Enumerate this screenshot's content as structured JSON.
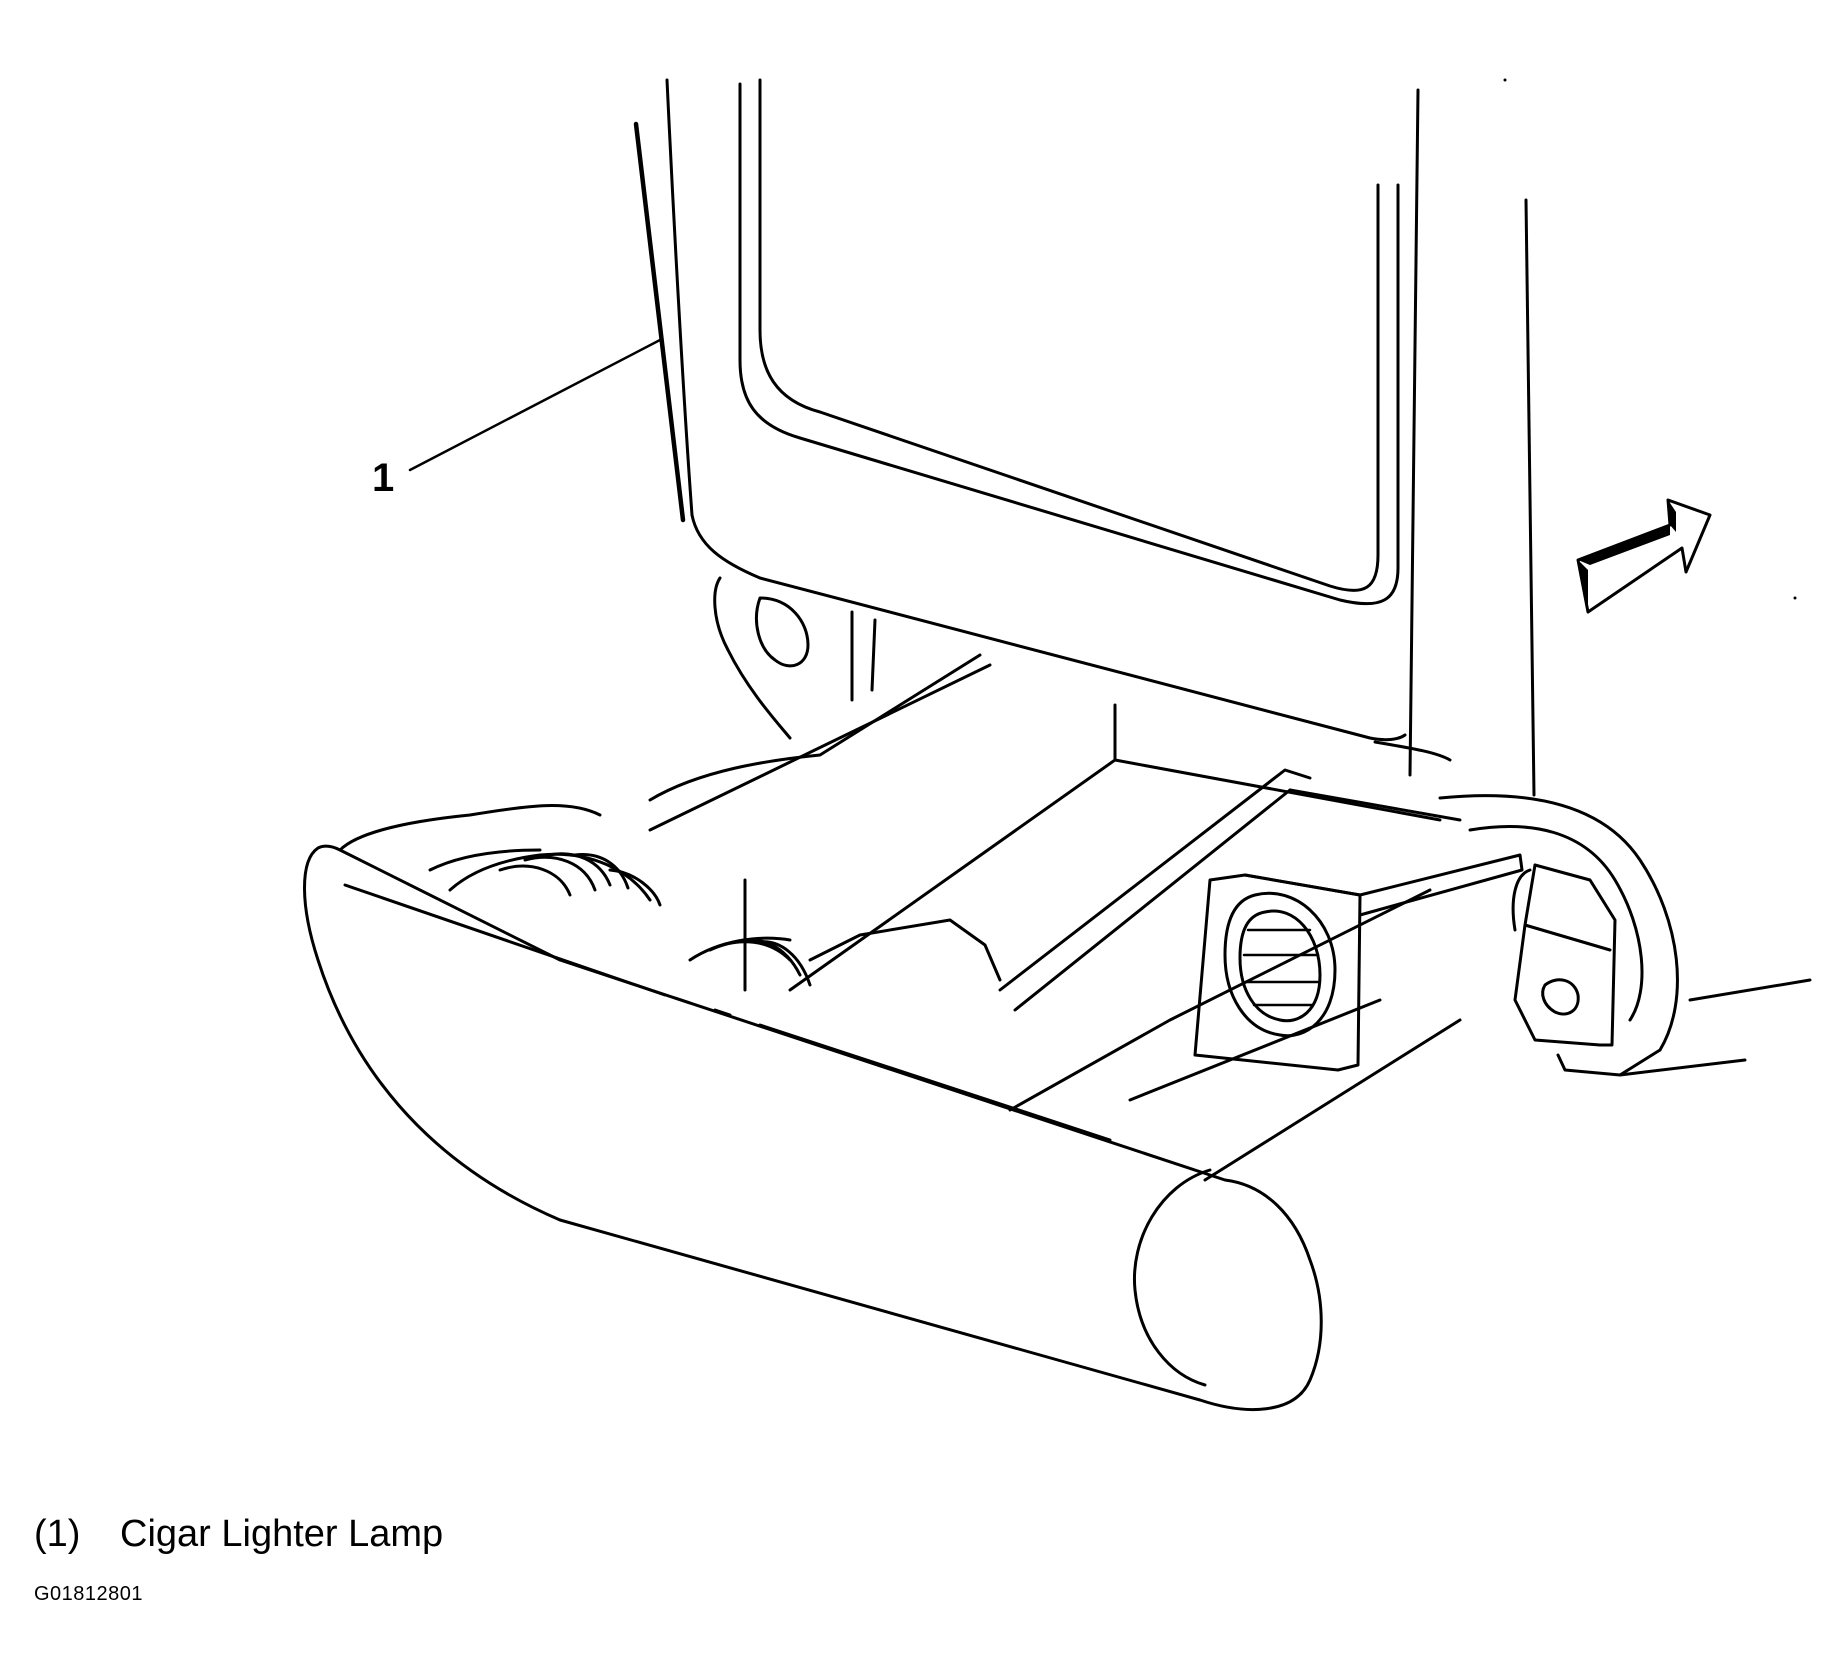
{
  "callout": {
    "number": "1"
  },
  "legend": {
    "items": [
      {
        "number": "(1)",
        "label": "Cigar Lighter Lamp"
      }
    ]
  },
  "figure_id": "G01812801",
  "direction_icon": "forward-arrow-icon"
}
